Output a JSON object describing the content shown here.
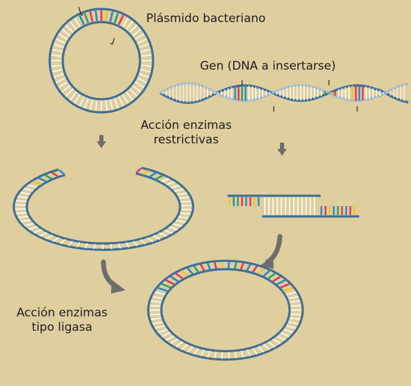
{
  "labels": {
    "plasmid": "Plásmido bacteriano",
    "gene": "Gen (DNA a insertarse)",
    "restriction_line1": "Acción enzimas",
    "restriction_line2": "restrictivas",
    "ligase_line1": "Acción enzimas",
    "ligase_line2": "tipo ligasa"
  },
  "colors": {
    "background": "#dfcf9f",
    "backbone": "#3d6f96",
    "rung": "#ffffff",
    "base_red": "#e0395d",
    "base_yellow": "#e8c33a",
    "base_blue": "#2c8ac8",
    "base_green": "#2fa06a",
    "arrow": "#6e6e6e"
  }
}
